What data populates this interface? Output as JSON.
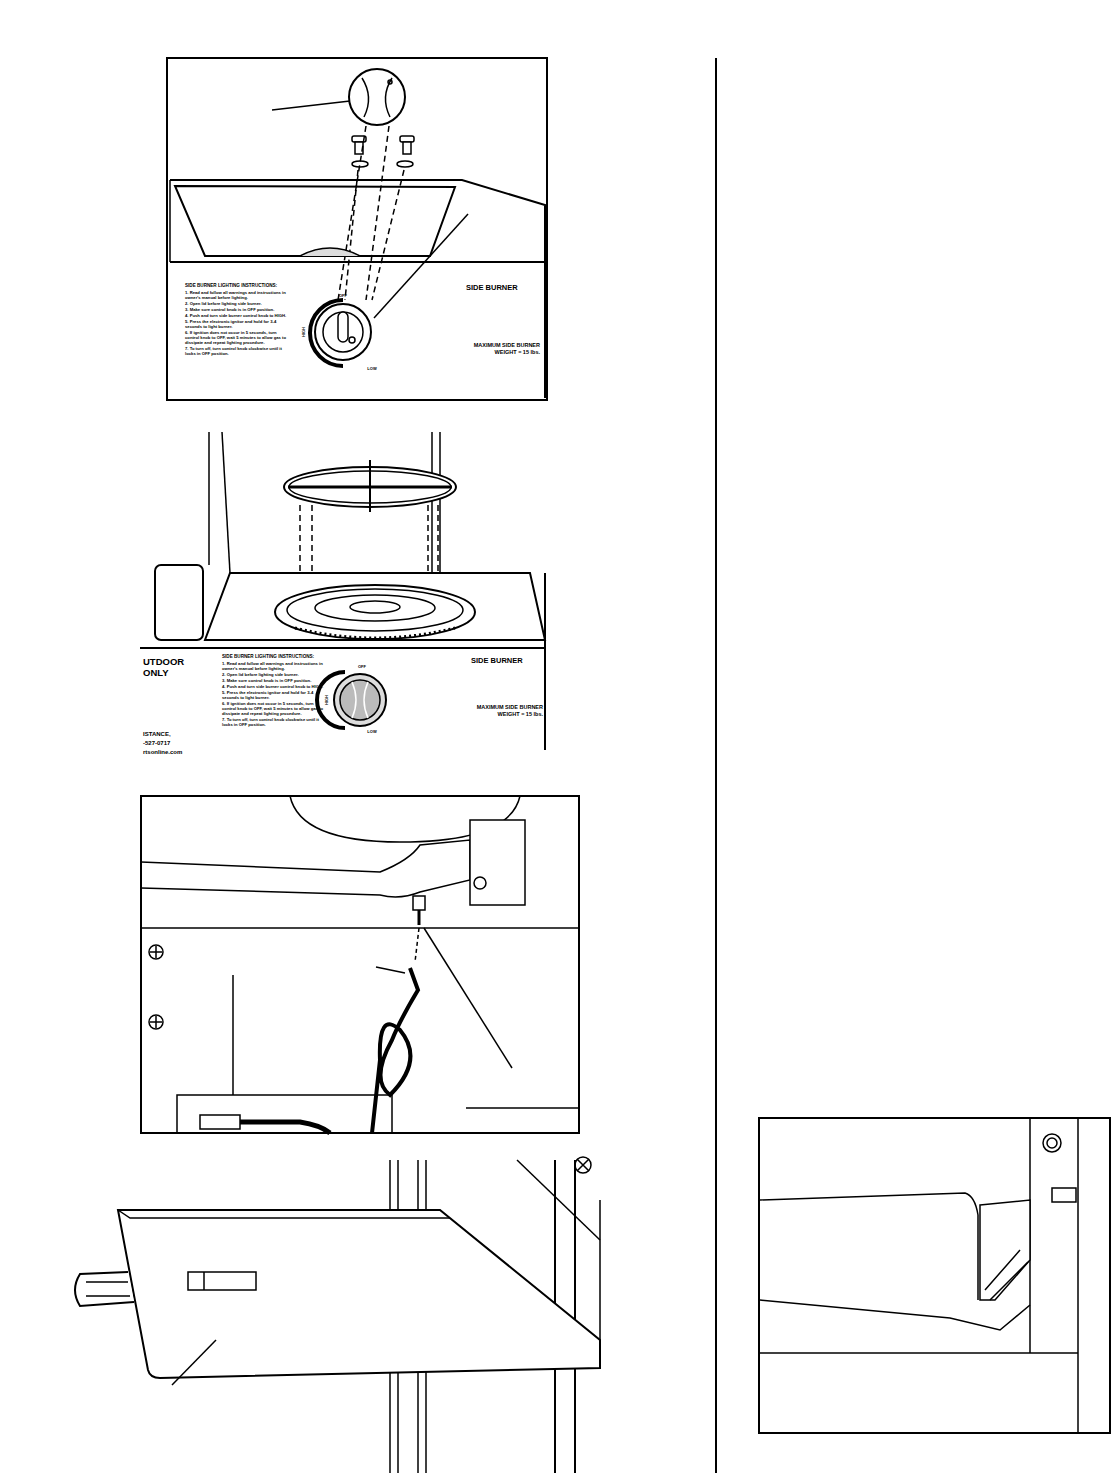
{
  "diagram": {
    "labels": [
      "SIDE BURNER LIGHTING INSTRUCTIONS:",
      "1. Read and follow all warnings and instructions in owner's manual before lighting.",
      "2. Open lid before lighting side burner.",
      "3. Make sure control knob is in OFF position.",
      "4. Push and turn side burner control knob to HIGH.",
      "5. Press the electronic ignitor and hold for 3-4 seconds to light burner.",
      "6. If ignition does not occur in 5 seconds, turn control knob to OFF, wait 5 minutes to allow gas to dissipate and repeat lighting procedure.",
      "7. To turn off, turn control knob clockwise until it locks in OFF position.",
      "SIDE BURNER",
      "MAXIMUM SIDE BURNER WEIGHT = 15 lbs.",
      "OFF",
      "HIGH",
      "LOW",
      "SIDE BURNER LIGHTING INSTRUCTIONS:",
      "1. Read and follow all warnings and instructions in owner's manual before lighting.",
      "2. Open lid before lighting side burner.",
      "3. Make sure control knob is in OFF position.",
      "4. Push and turn side burner control knob to HIGH.",
      "5. Press the electronic ignitor and hold for 3-4 seconds to light burner.",
      "6. If ignition does not occur in 5 seconds, turn control knob to OFF, wait 5 minutes to allow gas to dissipate and repeat lighting procedure.",
      "7. To turn off, turn control knob clockwise until it locks in OFF position.",
      "SIDE BURNER",
      "MAXIMUM SIDE BURNER WEIGHT = 15 lbs.",
      "OFF",
      "HIGH",
      "LOW",
      "UTDOOR ONLY",
      "ISTANCE,",
      "-527-0717",
      "rtsonline.com"
    ]
  }
}
